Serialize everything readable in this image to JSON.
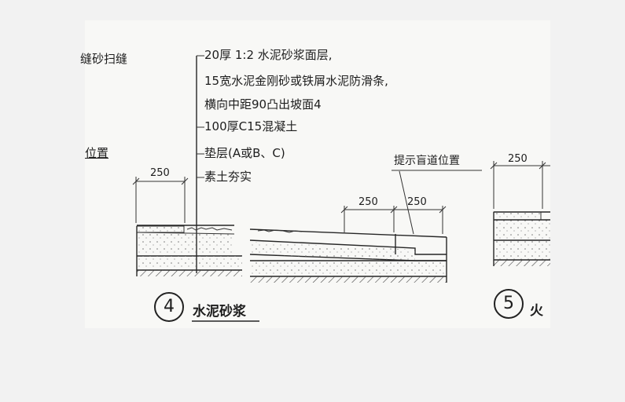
{
  "fragments": {
    "top_left": "缝砂扫缝",
    "mid_left": "位置"
  },
  "layers": [
    "20厚 1:2 水泥砂浆面层,",
    "15宽水泥金刚砂或铁屑水泥防滑条,",
    "横向中距90凸出坡面4",
    "100厚C15混凝土",
    "垫层(A或B、C)",
    "素土夯实"
  ],
  "dimensions": {
    "d1": "250",
    "d2": "250",
    "d3": "250",
    "d4": "250"
  },
  "callout": "提示盲道位置",
  "details": [
    {
      "number": "4",
      "title": "水泥砂浆"
    },
    {
      "number": "5",
      "title": "火"
    }
  ]
}
